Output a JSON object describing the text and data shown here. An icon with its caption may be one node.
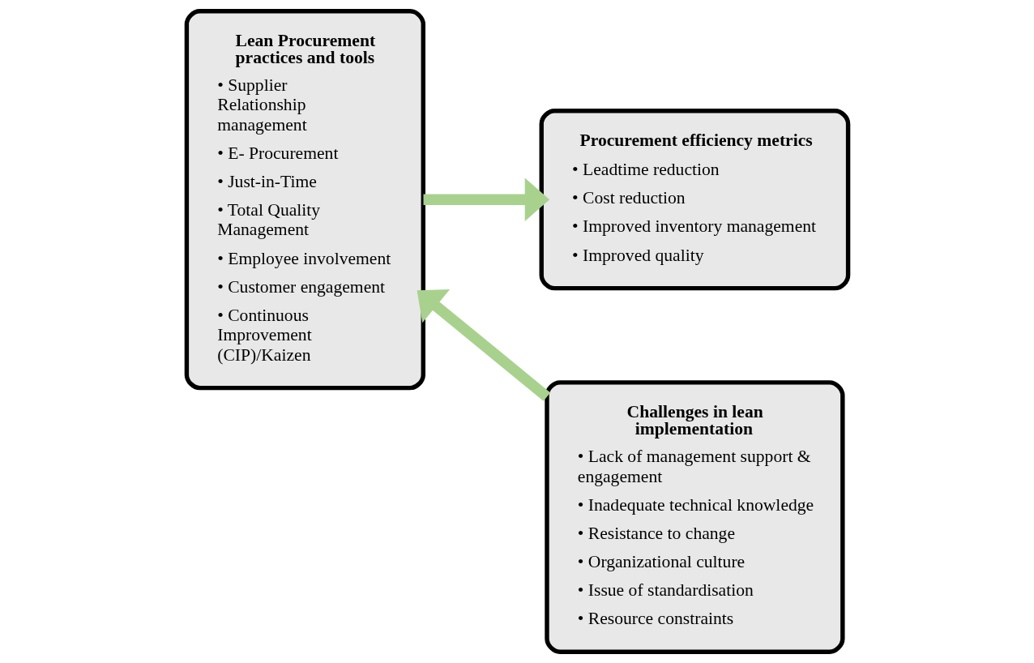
{
  "diagram": {
    "nodes": [
      {
        "text": [
          "Lean Procurement practices and tools",
          "• Supplier Relationship management",
          "• E- Procurement",
          "• Just-in-Time",
          "• Total Quality Management",
          "• Employee involvement",
          "• Customer engagement",
          "• Continuous Improvement (CIP)/Kaizen"
        ]
      },
      {
        "text": [
          "Procurement efficiency metrics",
          "• Leadtime reduction",
          "• Cost reduction",
          "• Improved inventory management",
          "• Improved quality"
        ]
      },
      {
        "text": [
          "Challenges in lean implementation",
          "• Lack of management support & engagement",
          "• Inadequate technical knowledge",
          "• Resistance to change",
          "• Organizational culture",
          "• Issue of standardisation",
          "• Resource constraints"
        ]
      }
    ],
    "edges": [
      {
        "from": 0,
        "to": 1,
        "arrow": "to"
      },
      {
        "from": 2,
        "to": 0,
        "arrow": "to"
      }
    ]
  }
}
